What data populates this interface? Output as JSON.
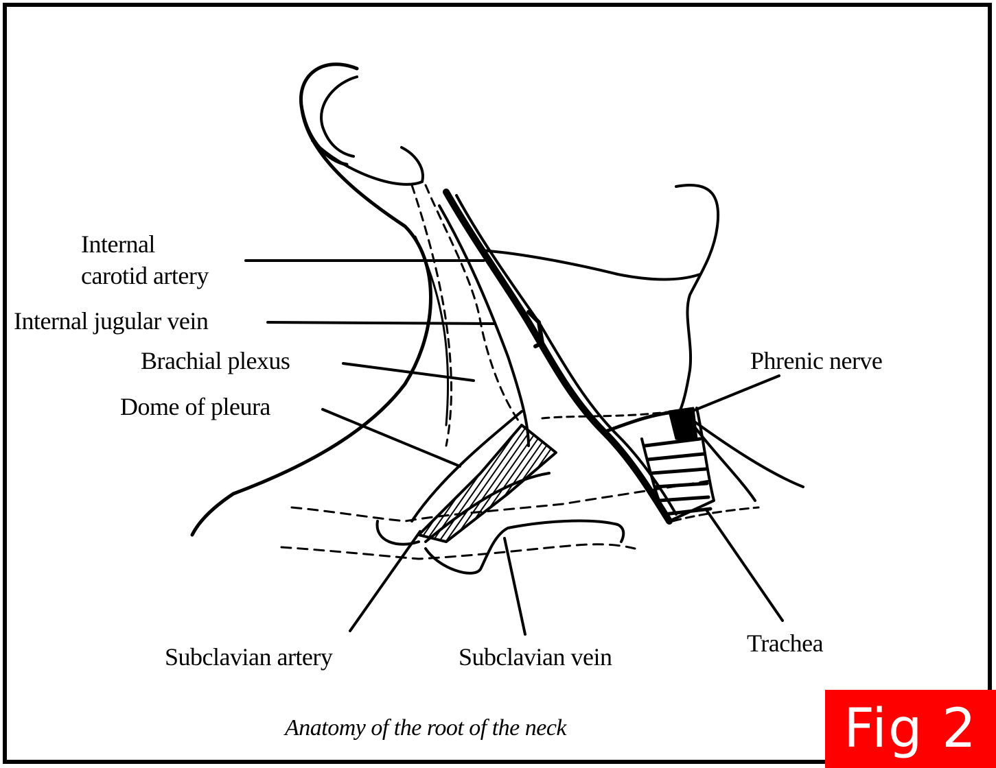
{
  "labels": {
    "internal_carotid_line1": "Internal",
    "internal_carotid_line2": "carotid artery",
    "internal_jugular_vein": "Internal jugular vein",
    "brachial_plexus": "Brachial plexus",
    "dome_of_pleura": "Dome of pleura",
    "phrenic_nerve": "Phrenic nerve",
    "subclavian_artery": "Subclavian artery",
    "subclavian_vein": "Subclavian vein",
    "trachea": "Trachea"
  },
  "caption": "Anatomy of the root of the neck",
  "badge": "Fig 2",
  "colors": {
    "line": "#000000",
    "badge_bg": "#ff0000",
    "badge_text": "#ffffff",
    "background": "#ffffff"
  }
}
